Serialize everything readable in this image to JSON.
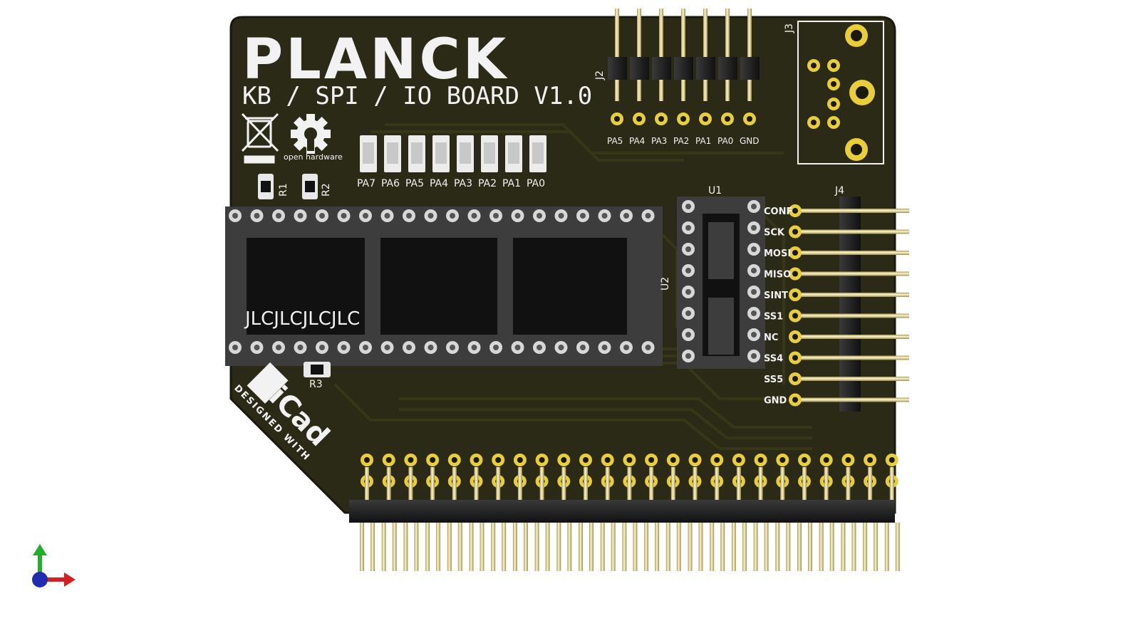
{
  "board": {
    "logo": "PLANCK",
    "title": "KB / SPI / IO BOARD V1.0",
    "open_hardware_label": "open hardware",
    "kicad_logo": "KiCad",
    "kicad_caption": "DESIGNED WITH",
    "socket_text": "JLCJLCJLCJLC",
    "colors": {
      "pcb": "#2b2a16",
      "pcb_edge": "#1a190c",
      "silk": "#f2f2f2",
      "gold": "#e8cf3a",
      "pin": "#e6d9a0",
      "header_body": "#1c1c1c",
      "socket": "#3d3d3d"
    }
  },
  "refdes": {
    "j2": "J2",
    "j3": "J3",
    "j4": "J4",
    "u1": "U1",
    "u2": "U2",
    "r1": "R1",
    "r2": "R2",
    "r3": "R3"
  },
  "j2_labels": [
    "PA5",
    "PA4",
    "PA3",
    "PA2",
    "PA1",
    "PA0",
    "GND"
  ],
  "led_labels": [
    "PA7",
    "PA6",
    "PA5",
    "PA4",
    "PA3",
    "PA2",
    "PA1",
    "PA0"
  ],
  "j4_labels": [
    "CONF",
    "SCK",
    "MOSI",
    "MISO",
    "SINT",
    "SS1",
    "NC",
    "SS4",
    "SS5",
    "GND"
  ],
  "bottom_header_pins": 25
}
